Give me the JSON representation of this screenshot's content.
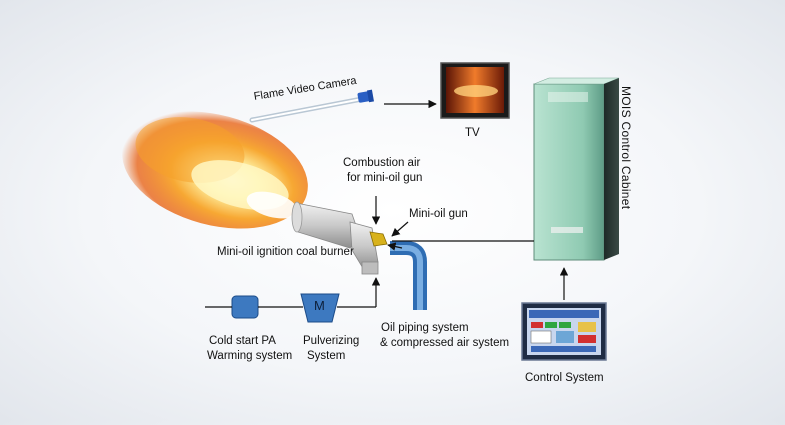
{
  "labels": {
    "flame_camera": "Flame Video Camera",
    "tv": "TV",
    "combustion_air": "Combustion air",
    "combustion_air_2": "for mini-oil gun",
    "mini_oil_gun": "Mini-oil gun",
    "burner": "Mini-oil ignition coal burner",
    "cabinet": "MOIS Control Cabinet",
    "oil_piping_1": "Oil piping system",
    "oil_piping_2": "& compressed air system",
    "cold_start_1": "Cold start PA",
    "cold_start_2": "Warming system",
    "pulverizing_1": "Pulverizing",
    "pulverizing_2": "System",
    "control_system": "Control System",
    "mill_symbol": "M"
  },
  "colors": {
    "cabinet": "#a8d8c4",
    "pipe": "#4a86c8",
    "warming_box": "#3d79c0",
    "mill": "#3d79c0",
    "flame_core": "#fff6b0",
    "flame_outer": "#f08a1a"
  }
}
